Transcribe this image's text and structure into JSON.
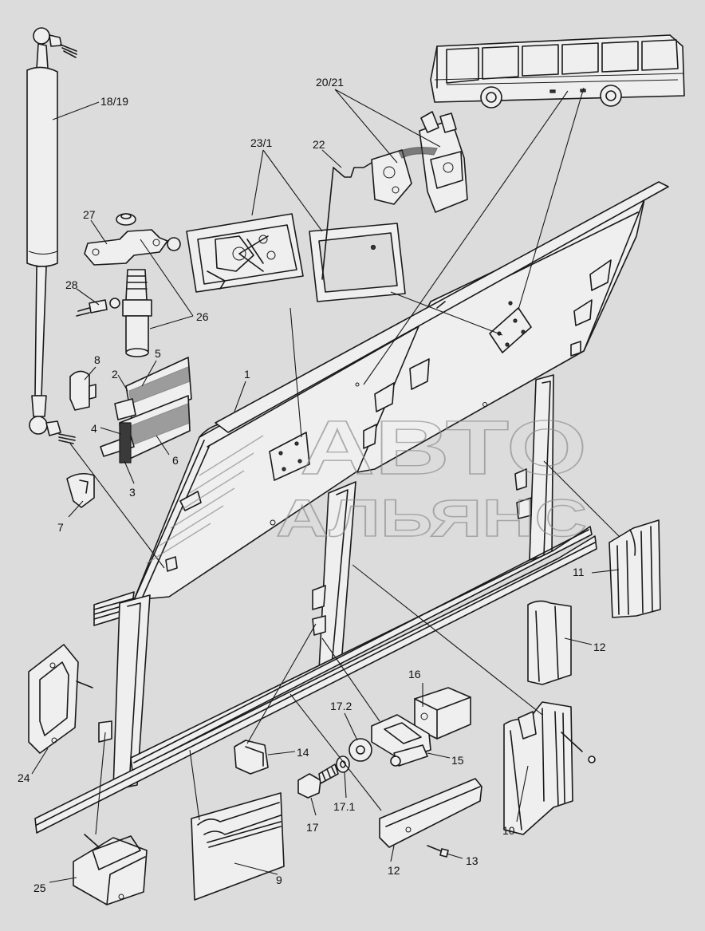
{
  "labels": {
    "p1": "1",
    "p2": "2",
    "p3": "3",
    "p4": "4",
    "p5": "5",
    "p6": "6",
    "p7": "7",
    "p8": "8",
    "p9": "9",
    "p10": "10",
    "p11": "11",
    "p12a": "12",
    "p12b": "12",
    "p13": "13",
    "p14": "14",
    "p15": "15",
    "p16": "16",
    "p17": "17",
    "p17_1": "17.1",
    "p17_2": "17.2",
    "p18_19": "18/19",
    "p20_21": "20/21",
    "p22": "22",
    "p23_1": "23/1",
    "p24": "24",
    "p25": "25",
    "p26": "26",
    "p27": "27",
    "p28": "28"
  },
  "watermark": {
    "line1": "АВТО",
    "line2": "АЛЬЯНС"
  },
  "colors": {
    "background": "#dcdcdc",
    "ink": "#1a1a1a",
    "watermark": "#8a8a8a"
  }
}
